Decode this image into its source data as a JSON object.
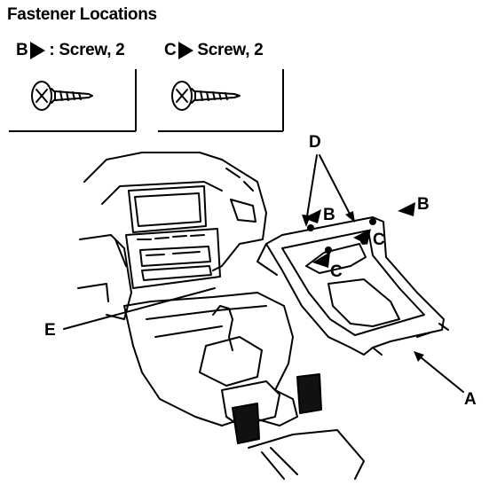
{
  "title": "Fastener Locations",
  "fasteners": [
    {
      "letter": "B",
      "label": ": Screw, 2"
    },
    {
      "letter": "C",
      "label": "Screw, 2"
    }
  ],
  "callouts": {
    "A": "A",
    "B": "B",
    "C": "C",
    "D": "D",
    "E": "E"
  }
}
